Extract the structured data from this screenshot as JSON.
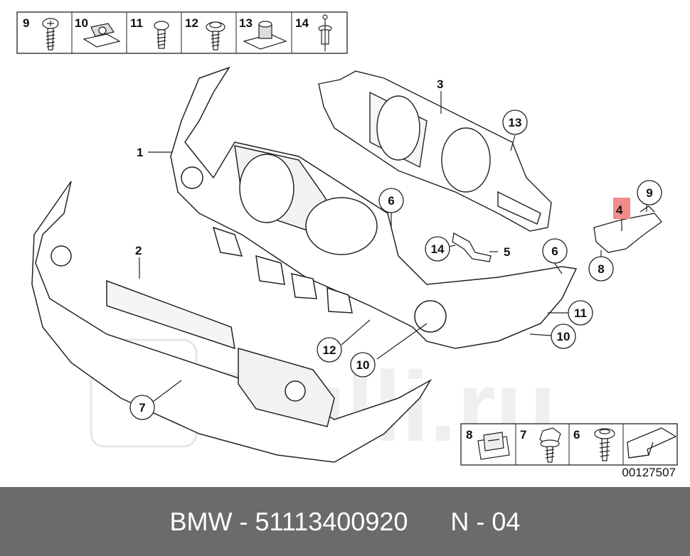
{
  "footer": {
    "brand": "BMW",
    "sep1": " - ",
    "part_number": "51113400920",
    "gap": "      ",
    "ref": "N - 04"
  },
  "diagram": {
    "watermark": "Rulli.ru",
    "drawing_code": "00127507",
    "top_strip": [
      {
        "num": "9",
        "icon": "screw-icon"
      },
      {
        "num": "10",
        "icon": "clip-nut-icon"
      },
      {
        "num": "11",
        "icon": "small-screw-icon"
      },
      {
        "num": "12",
        "icon": "washer-screw-icon"
      },
      {
        "num": "13",
        "icon": "expanding-nut-icon"
      },
      {
        "num": "14",
        "icon": "rivet-icon"
      }
    ],
    "bottom_strip": [
      {
        "num": "8",
        "icon": "spring-clip-icon"
      },
      {
        "num": "7",
        "icon": "hex-screw-icon"
      },
      {
        "num": "6",
        "icon": "collar-screw-icon"
      },
      {
        "num": "",
        "icon": "direction-arrow-icon"
      }
    ],
    "labels": {
      "l1": "1",
      "l2": "2",
      "l3": "3",
      "l4": "4",
      "l5": "5",
      "l8": "8",
      "l9": "9",
      "l6a": "6",
      "l6b": "6",
      "l7": "7",
      "l10a": "10",
      "l10b": "10",
      "l11": "11",
      "l12": "12",
      "l13": "13",
      "l14": "14"
    },
    "highlight_color": "#f28b8b"
  }
}
